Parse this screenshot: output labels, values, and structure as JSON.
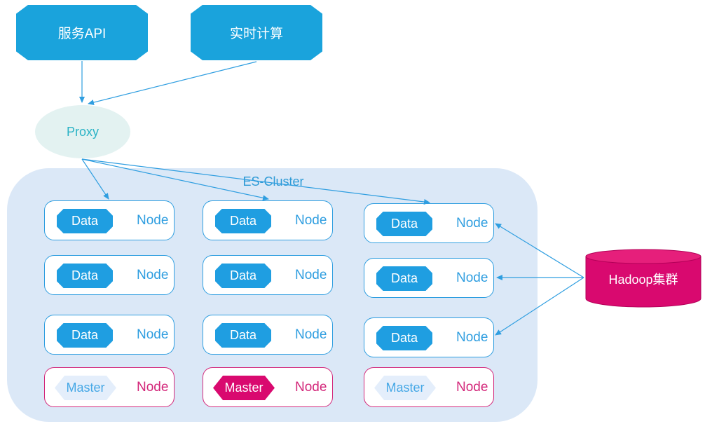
{
  "top_nodes": {
    "service_api": "服务API",
    "realtime_compute": "实时计算"
  },
  "proxy": "Proxy",
  "cluster": {
    "title": "ES-Cluster",
    "node_label": "Node",
    "rows": [
      {
        "type": "data",
        "cells": [
          {
            "badge": "Data"
          },
          {
            "badge": "Data"
          },
          {
            "badge": "Data"
          }
        ]
      },
      {
        "type": "data",
        "cells": [
          {
            "badge": "Data"
          },
          {
            "badge": "Data"
          },
          {
            "badge": "Data"
          }
        ]
      },
      {
        "type": "data",
        "cells": [
          {
            "badge": "Data"
          },
          {
            "badge": "Data"
          },
          {
            "badge": "Data"
          }
        ]
      },
      {
        "type": "master",
        "cells": [
          {
            "badge": "Master",
            "active": false
          },
          {
            "badge": "Master",
            "active": true
          },
          {
            "badge": "Master",
            "active": false
          }
        ]
      }
    ]
  },
  "hadoop": "Hadoop集群",
  "colors": {
    "primary_blue": "#1aa3dc",
    "master_magenta": "#d9096f",
    "cluster_bg": "#dbe8f7",
    "proxy_bg": "#e3f2f1",
    "hadoop_cylinder": "#d9096f"
  }
}
